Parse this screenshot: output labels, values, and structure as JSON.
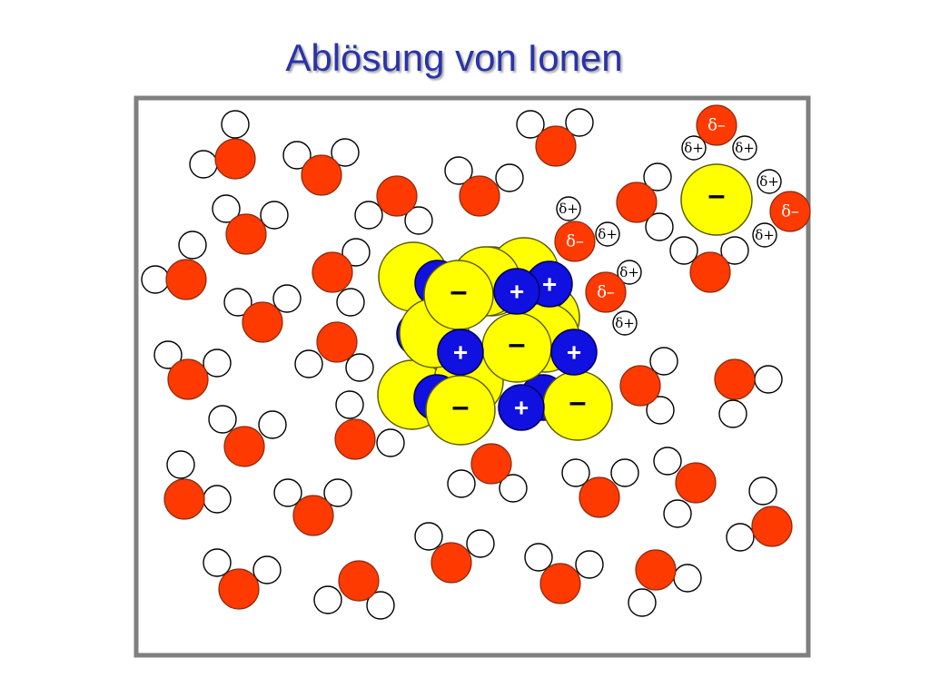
{
  "title": "Ablösung von Ionen",
  "signs": {
    "cation": "+",
    "anion": "–"
  },
  "partial_charges": {
    "negative": "δ–",
    "positive": "δ+"
  },
  "colors": {
    "title": "#2a33a8",
    "oxygen": "#ff3a00",
    "hydrogen": "#ffffff",
    "anion": "#ffff00",
    "cation": "#1010e0",
    "frame": "#7f7f7f"
  }
}
